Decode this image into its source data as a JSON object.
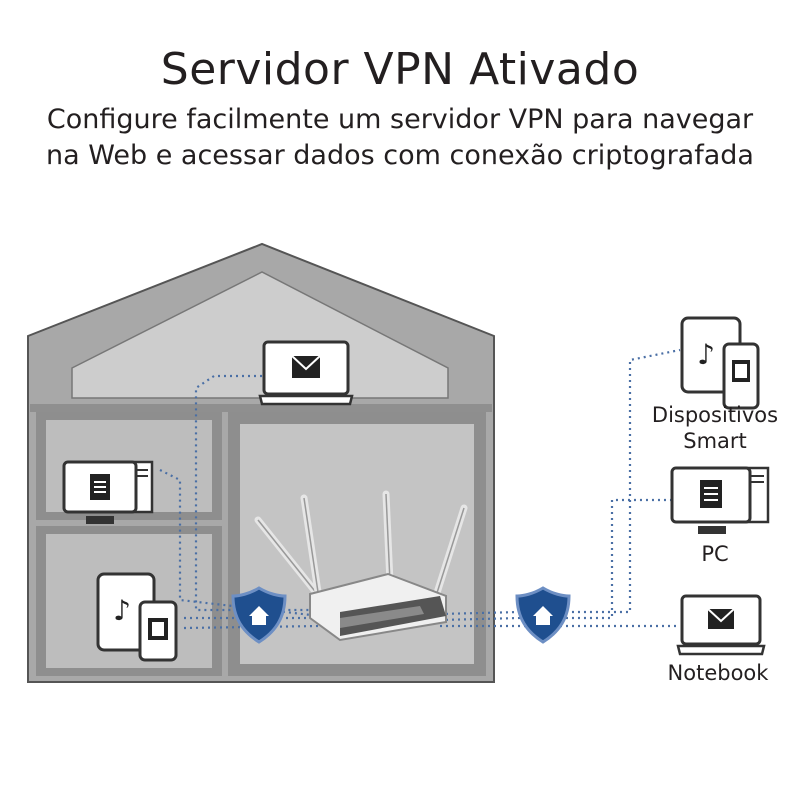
{
  "title": "Servidor VPN Ativado",
  "subtitle": {
    "line1": "Configure facilmente um servidor VPN para navegar",
    "line2": "na Web e acessar dados com conexão criptografada"
  },
  "remote_devices": [
    {
      "label_line1": "Dispositivos",
      "label_line2": "Smart",
      "icon": "smart-devices-icon"
    },
    {
      "label_line1": "PC",
      "label_line2": "",
      "icon": "desktop-pc-icon"
    },
    {
      "label_line1": "Notebook",
      "label_line2": "",
      "icon": "laptop-mail-icon"
    }
  ],
  "home_devices": [
    {
      "icon": "laptop-mail-icon",
      "room": "attic"
    },
    {
      "icon": "desktop-pc-icon",
      "room": "left-middle"
    },
    {
      "icon": "smart-devices-icon",
      "room": "left-bottom"
    }
  ],
  "icons": {
    "vpn_shield": "vpn-shield-icon",
    "router": "wifi-router-icon"
  },
  "colors": {
    "house_fill": "#a8a8a8",
    "house_inner": "#c8c8c8",
    "house_stroke": "#555555",
    "shield": "#1f4f8f",
    "connection_line": "#4a6fa5",
    "icon_stroke": "#333333"
  }
}
